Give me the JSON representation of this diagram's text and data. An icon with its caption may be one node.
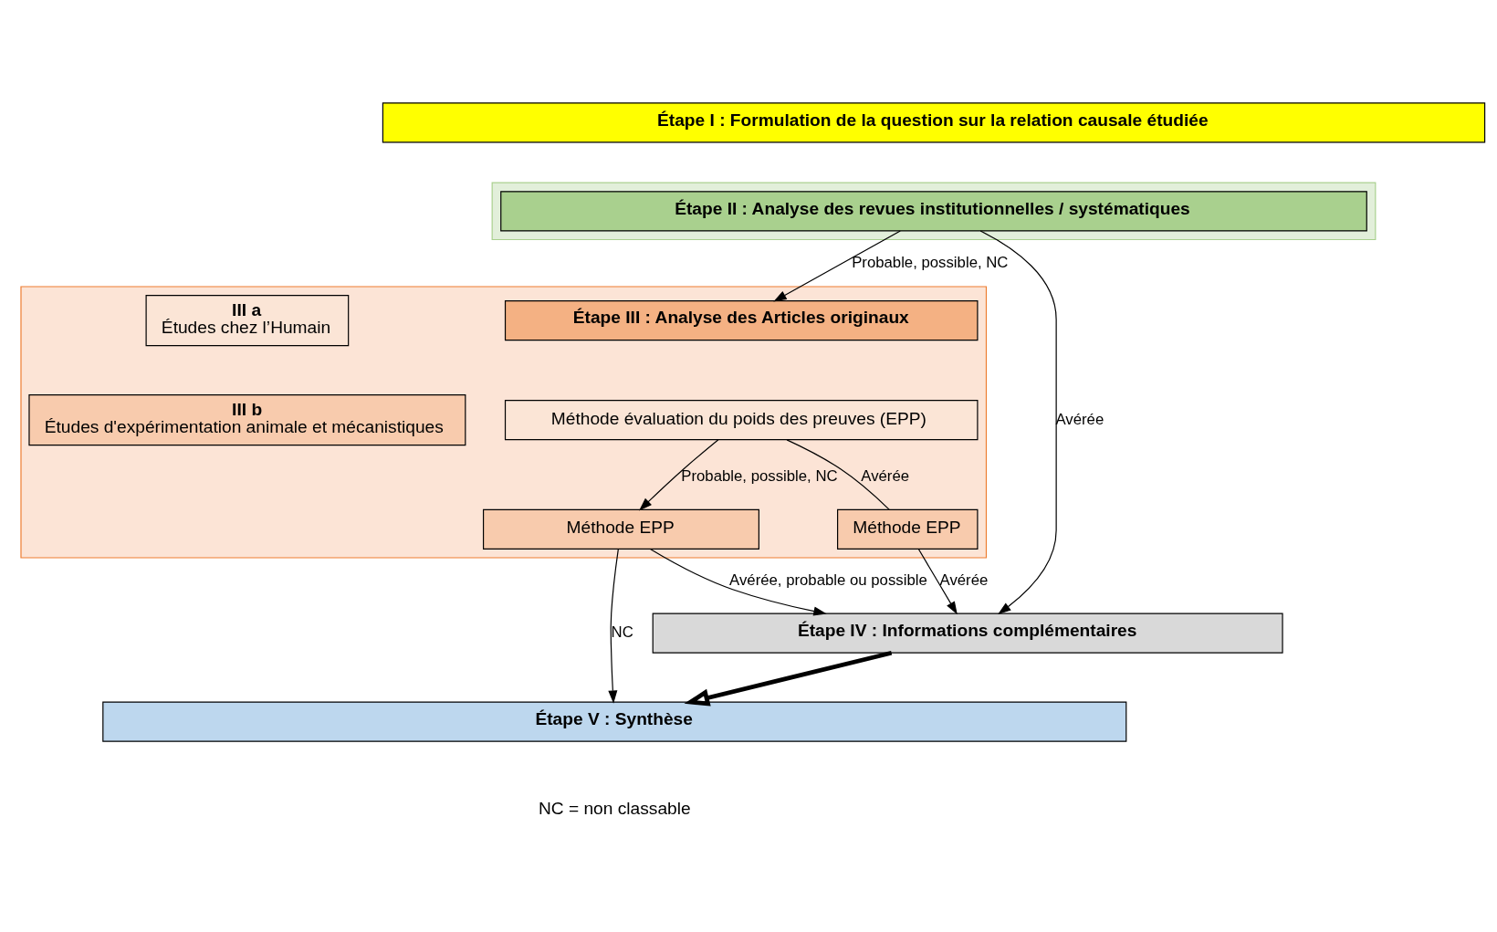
{
  "diagram": {
    "nodes": [
      {
        "text": [
          "Étape I : Formulation de la question sur la relation causale étudiée"
        ]
      },
      {
        "text": [],
        "shape": "box"
      },
      {
        "text": [
          "Étape II : Analyse des revues institutionnelles / systématiques"
        ],
        "in": 1
      },
      {
        "text": [],
        "shape": "box"
      },
      {
        "text": [
          "Étape III : Analyse des Articles originaux"
        ],
        "in": 3
      },
      {
        "text": [
          "III a",
          "Études chez l’Humain"
        ],
        "in": 3
      },
      {
        "text": [
          "III b",
          "Études d'expérimentation animale et mécanistiques"
        ],
        "in": 3
      },
      {
        "text": [
          "Méthode évaluation du poids des preuves (EPP)"
        ],
        "in": 3
      },
      {
        "text": [
          "Méthode EPP"
        ],
        "in": 3
      },
      {
        "text": [
          "Méthode EPP"
        ],
        "in": 3
      },
      {
        "text": [
          "Étape IV : Informations complémentaires"
        ]
      },
      {
        "text": [
          "Étape V : Synthèse"
        ]
      }
    ],
    "edges": [
      {
        "from": 2,
        "to": 10,
        "arrow": "to",
        "label": "Avérée"
      },
      {
        "from": 2,
        "to": 4,
        "arrow": "to",
        "label": "Probable, possible, NC"
      },
      {
        "from": 7,
        "to": 8,
        "arrow": "none",
        "label": "Avérée"
      },
      {
        "from": 7,
        "to": 9,
        "arrow": "to",
        "label": "Probable, possible, NC"
      },
      {
        "from": 8,
        "to": 10,
        "arrow": "to",
        "label": "Avérée"
      },
      {
        "from": 9,
        "to": 10,
        "arrow": "to",
        "label": "Avérée, probable ou possible"
      },
      {
        "from": 9,
        "to": 11,
        "arrow": "to",
        "label": "NC"
      },
      {
        "from": 10,
        "to": 11,
        "arrow": "to",
        "style": "thick"
      }
    ],
    "labels": [
      "NC = non classable"
    ]
  }
}
